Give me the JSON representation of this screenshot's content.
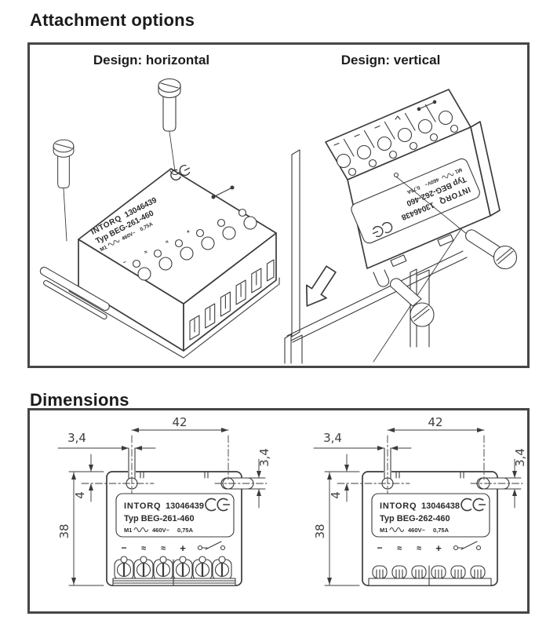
{
  "colors": {
    "ink": "#3b3b3b",
    "frame_border": "#464646",
    "heading": "#1b1b1b",
    "background": "#ffffff"
  },
  "attachment_section": {
    "title": "Attachment options",
    "horizontal": {
      "caption": "Design: horizontal"
    },
    "vertical": {
      "caption": "Design: vertical"
    }
  },
  "devices": {
    "beg261": {
      "brand": "INTORQ",
      "part_no": "13046439",
      "type_line": "Typ BEG-261-460",
      "rating_m": "M1",
      "rating_v": "460V~",
      "rating_a": "0,75A",
      "ce": "CE"
    },
    "beg262": {
      "brand": "INTORQ",
      "part_no": "13046438",
      "type_line": "Typ BEG-262-460",
      "rating_m": "M1",
      "rating_v": "460V~",
      "rating_a": "0,75A",
      "ce": "CE"
    }
  },
  "dimensions_section": {
    "title": "Dimensions",
    "dim_labels": {
      "overall_width": "42",
      "slot_width": "3,4",
      "slot_height": "3,4",
      "overall_height": "38",
      "hole_offset": "4"
    },
    "terminal_symbols": [
      "−",
      "≈",
      "≈",
      "+"
    ]
  }
}
